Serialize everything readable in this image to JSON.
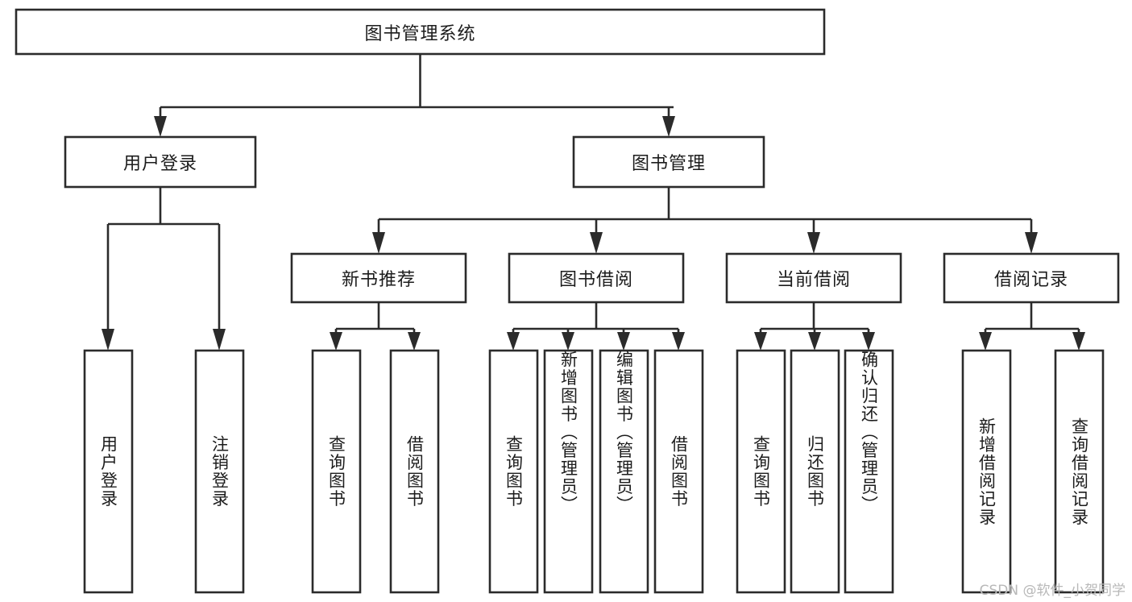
{
  "diagram": {
    "type": "tree-hierarchy",
    "title": "图书管理系统",
    "orientation": "top-down",
    "colors": {
      "background": "#ffffff",
      "box_stroke": "#2b2b2b",
      "box_fill": "#ffffff",
      "text": "#1c1c1c",
      "watermark": "#b8b8b8"
    },
    "root": {
      "label": "图书管理系统"
    },
    "level2": [
      {
        "label": "用户登录"
      },
      {
        "label": "图书管理"
      }
    ],
    "level3": [
      {
        "label": "新书推荐"
      },
      {
        "label": "图书借阅"
      },
      {
        "label": "当前借阅"
      },
      {
        "label": "借阅记录"
      }
    ],
    "leaves": {
      "user_login": [
        {
          "label": "用户登录"
        },
        {
          "label": "注销登录"
        }
      ],
      "new_book_recommend": [
        {
          "label": "查询图书"
        },
        {
          "label": "借阅图书"
        }
      ],
      "book_borrow": [
        {
          "label": "查询图书"
        },
        {
          "label": "新增图书（管理员）"
        },
        {
          "label": "编辑图书（管理员）"
        },
        {
          "label": "借阅图书"
        }
      ],
      "current_borrow": [
        {
          "label": "查询图书"
        },
        {
          "label": "归还图书"
        },
        {
          "label": "确认归还（管理员）"
        }
      ],
      "borrow_record": [
        {
          "label": "新增借阅记录"
        },
        {
          "label": "查询借阅记录"
        }
      ]
    }
  },
  "watermark": {
    "text": "CSDN @软件_小贺同学"
  }
}
